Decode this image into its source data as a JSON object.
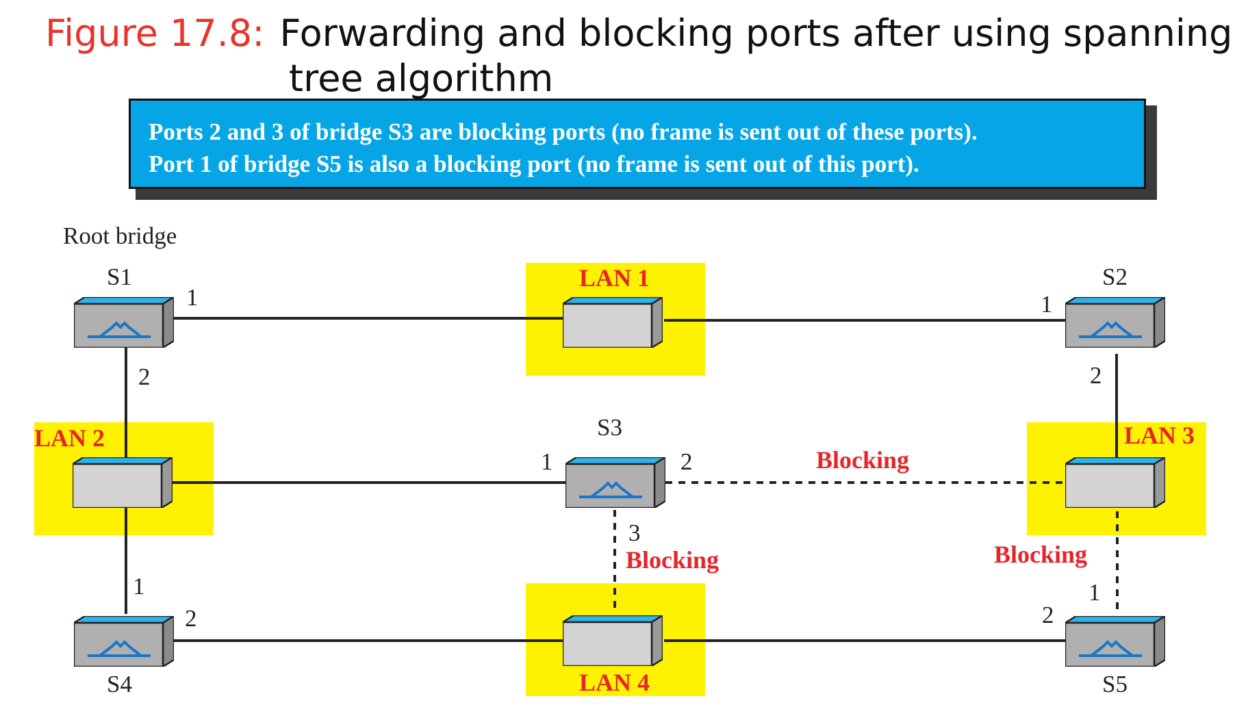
{
  "title": {
    "figure_label": "Figure 17.8:",
    "line1": "Forwarding and blocking ports after using spanning",
    "line2": "tree algorithm"
  },
  "callout": {
    "line1": "Ports 2 and 3 of bridge S3 are blocking ports (no frame is sent out of these ports).",
    "line2": "Port 1 of bridge S5 is also a blocking port (no frame is sent out of this port)."
  },
  "root_bridge_label": "Root bridge",
  "bridges": {
    "s1": {
      "name": "S1",
      "port1": "1",
      "port2": "2"
    },
    "s2": {
      "name": "S2",
      "port1": "1",
      "port2": "2"
    },
    "s3": {
      "name": "S3",
      "port1": "1",
      "port2": "2",
      "port3": "3"
    },
    "s4": {
      "name": "S4",
      "port1": "1",
      "port2": "2"
    },
    "s5": {
      "name": "S5",
      "port1": "1",
      "port2": "2"
    }
  },
  "lans": {
    "lan1": "LAN 1",
    "lan2": "LAN 2",
    "lan3": "LAN 3",
    "lan4": "LAN 4"
  },
  "blocking_label": "Blocking",
  "colors": {
    "lan_highlight": "#fff200",
    "device_top": "#2fb2e8",
    "device_face": "#d4d4d4",
    "bridge_face": "#b0b0b0",
    "bridge_symbol": "#1a76c9",
    "title_accent": "#e8332b",
    "callout_bg": "#06a6e6",
    "label_red": "#e8242a"
  }
}
